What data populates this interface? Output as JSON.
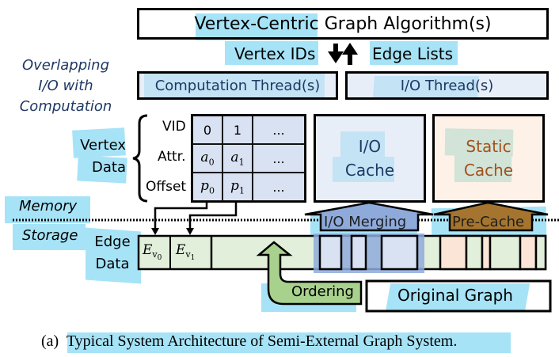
{
  "diagram": {
    "algorithm_box": {
      "label": "Vertex-Centric Graph Algorithm(s)"
    },
    "flow_labels": {
      "vertex_ids": "Vertex IDs",
      "edge_lists": "Edge Lists"
    },
    "threads": {
      "computation": "Computation Thread(s)",
      "io": "I/O Thread(s)"
    },
    "side_note": {
      "line1": "Overlapping",
      "line2": "I/O with",
      "line3": "Computation"
    },
    "vertex_data": {
      "label_line1": "Vertex",
      "label_line2": "Data",
      "row_labels": [
        "VID",
        "Attr.",
        "Offset"
      ],
      "rows": [
        [
          "0",
          "1",
          "..."
        ],
        [
          "a",
          "a",
          "..."
        ],
        [
          "p",
          "p",
          "..."
        ]
      ],
      "subscripts": [
        "0",
        "1"
      ]
    },
    "io_cache": {
      "line1": "I/O",
      "line2": "Cache"
    },
    "static_cache": {
      "line1": "Static",
      "line2": "Cache"
    },
    "layers": {
      "memory": "Memory",
      "storage": "Storage"
    },
    "edge_data": {
      "label_line1": "Edge",
      "label_line2": "Data",
      "cells": [
        {
          "base": "E",
          "sub": "v",
          "subsub": "0"
        },
        {
          "base": "E",
          "sub": "v",
          "subsub": "1"
        }
      ]
    },
    "io_merging": {
      "label": "I/O Merging"
    },
    "pre_cache": {
      "label": "Pre-Cache"
    },
    "ordering": {
      "label": "Ordering"
    },
    "original_graph": {
      "label": "Original Graph"
    },
    "caption": {
      "prefix": "(a)",
      "text": "Typical System Architecture of Semi-External Graph System",
      "suffix": "."
    },
    "colors": {
      "highlight": "#a6e3f7",
      "thread_fill": "#d9e2f3",
      "static_fill": "#fbe5d6",
      "edge_fill": "#e2efda",
      "merging_fill": "#8eaadb",
      "precache_fill": "#a5752f",
      "ordering_fill": "#a9d18e",
      "side_note_text": "#1f3864",
      "static_text": "#a0521d"
    }
  }
}
